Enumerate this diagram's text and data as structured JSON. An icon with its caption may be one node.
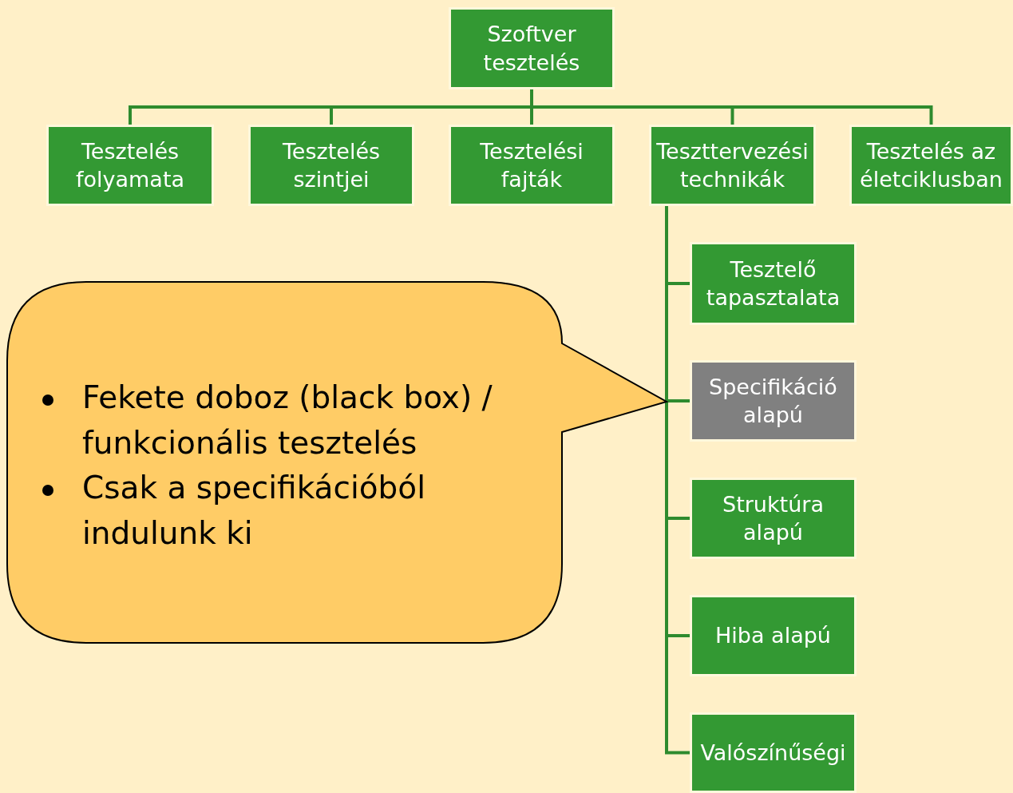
{
  "diagram": {
    "nodes": [
      {
        "text": [
          "Szoftver tesztelés"
        ]
      },
      {
        "text": [
          "Tesztelés folyamata"
        ]
      },
      {
        "text": [
          "Tesztelés szintjei"
        ]
      },
      {
        "text": [
          "Tesztelési fajták"
        ]
      },
      {
        "text": [
          "Teszttervezési technikák"
        ]
      },
      {
        "text": [
          "Tesztelés az életciklusban"
        ]
      },
      {
        "text": [
          "Tesztelő tapasztalata"
        ]
      },
      {
        "text": [
          "Specifikáció alapú"
        ]
      },
      {
        "text": [
          "Struktúra alapú"
        ]
      },
      {
        "text": [
          "Hiba alapú"
        ]
      },
      {
        "text": [
          "Valószínűségi"
        ]
      },
      {
        "text": [
          "Fekete doboz (black box) / funkcionális tesztelés",
          "Csak a specifikációból indulunk ki"
        ]
      }
    ],
    "edges": [
      {
        "from": 0,
        "to": 1,
        "arrow": "none"
      },
      {
        "from": 0,
        "to": 2,
        "arrow": "none"
      },
      {
        "from": 0,
        "to": 3,
        "arrow": "none"
      },
      {
        "from": 0,
        "to": 4,
        "arrow": "none"
      },
      {
        "from": 0,
        "to": 5,
        "arrow": "none"
      },
      {
        "from": 4,
        "to": 6,
        "arrow": "none"
      },
      {
        "from": 4,
        "to": 7,
        "arrow": "none"
      },
      {
        "from": 4,
        "to": 8,
        "arrow": "none"
      },
      {
        "from": 4,
        "to": 9,
        "arrow": "none"
      },
      {
        "from": 4,
        "to": 10,
        "arrow": "none"
      }
    ]
  }
}
